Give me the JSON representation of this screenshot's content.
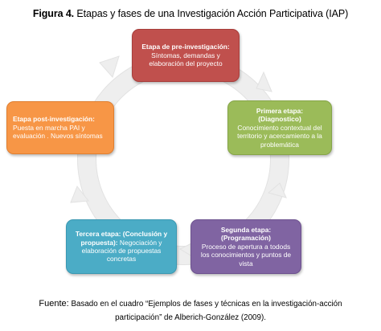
{
  "figure": {
    "label": "Figura 4.",
    "title": "Etapas y fases de una Investigación Acción Participativa (IAP)"
  },
  "stages": {
    "pre": {
      "heading": "Etapa de pre-investigación:",
      "body": "Síntomas, demandas y elaboración del proyecto"
    },
    "primera": {
      "heading": "Primera etapa: (Diagnostico)",
      "body": "Conocimiento contextual del territorio y acercamiento a la problemática"
    },
    "segunda": {
      "heading": "Segunda etapa: (Programación)",
      "body": "Proceso de apertura a todods los conocimientos y puntos de vista"
    },
    "tercera": {
      "heading": "Tercera etapa: (Conclusión y propuesta):",
      "body": "Negociación y elaboración de propuestas concretas"
    },
    "post": {
      "heading": "Etapa post-investigación:",
      "body": "Puesta en marcha PAI y evaluación . Nuevos síntomas"
    }
  },
  "source": {
    "lead": "Fuente:",
    "line1": "Basado en el cuadro “Ejemplos de fases y técnicas en la investigación-acción",
    "line2": "participación” de Alberich-González (2009)."
  },
  "colors": {
    "ring": "#eeeeee",
    "ring_edge": "#e2e2e2",
    "pre": "#c0504d",
    "primera": "#9bbb59",
    "segunda": "#8064a2",
    "tercera": "#4bacc6",
    "post": "#f79646"
  }
}
